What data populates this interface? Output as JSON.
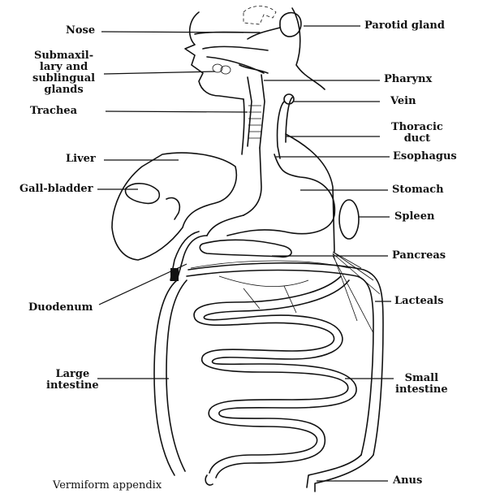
{
  "labels": {
    "nose": "Nose",
    "parotid": "Parotid gland",
    "submax": "Submaxil-\nlary and\nsublingual\nglands",
    "trachea": "Trachea",
    "pharynx": "Pharynx",
    "vein": "Vein",
    "thoracic": "Thoracic\nduct",
    "esophagus": "Esophagus",
    "liver": "Liver",
    "gallbladder": "Gall-bladder",
    "stomach": "Stomach",
    "spleen": "Spleen",
    "pancreas": "Pancreas",
    "duodenum": "Duodenum",
    "lacteals": "Lacteals",
    "large_intestine": "Large\nintestine",
    "small_intestine": "Small\nintestine",
    "appendix": "Vermiform appendix",
    "anus": "Anus"
  }
}
